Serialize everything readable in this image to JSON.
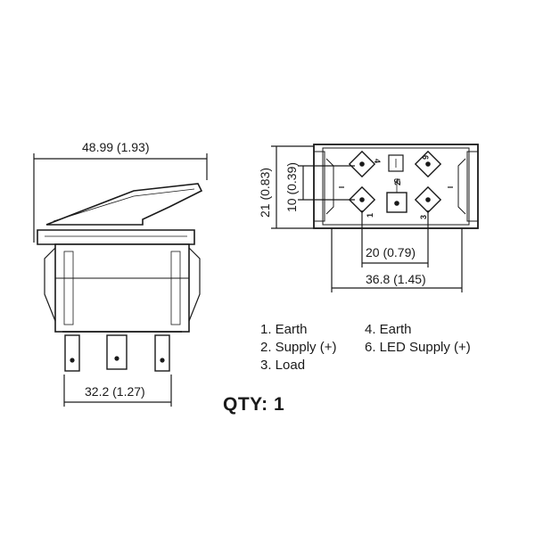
{
  "dimensions": {
    "top_width": "48.99 (1.93)",
    "bottom_width": "32.2 (1.27)",
    "height_outer": "21 (0.83)",
    "height_inner": "10 (0.39)",
    "pin_spacing": "20 (0.79)",
    "body_width": "36.8 (1.45)"
  },
  "pins": {
    "p1": "1",
    "p2": "2",
    "p3": "3",
    "p4": "4",
    "p5": "5",
    "p6": "6"
  },
  "legend": {
    "left": [
      "1. Earth",
      "2. Supply (+)",
      "3. Load"
    ],
    "right": [
      "4. Earth",
      "6. LED Supply (+)"
    ]
  },
  "qty": "QTY: 1"
}
